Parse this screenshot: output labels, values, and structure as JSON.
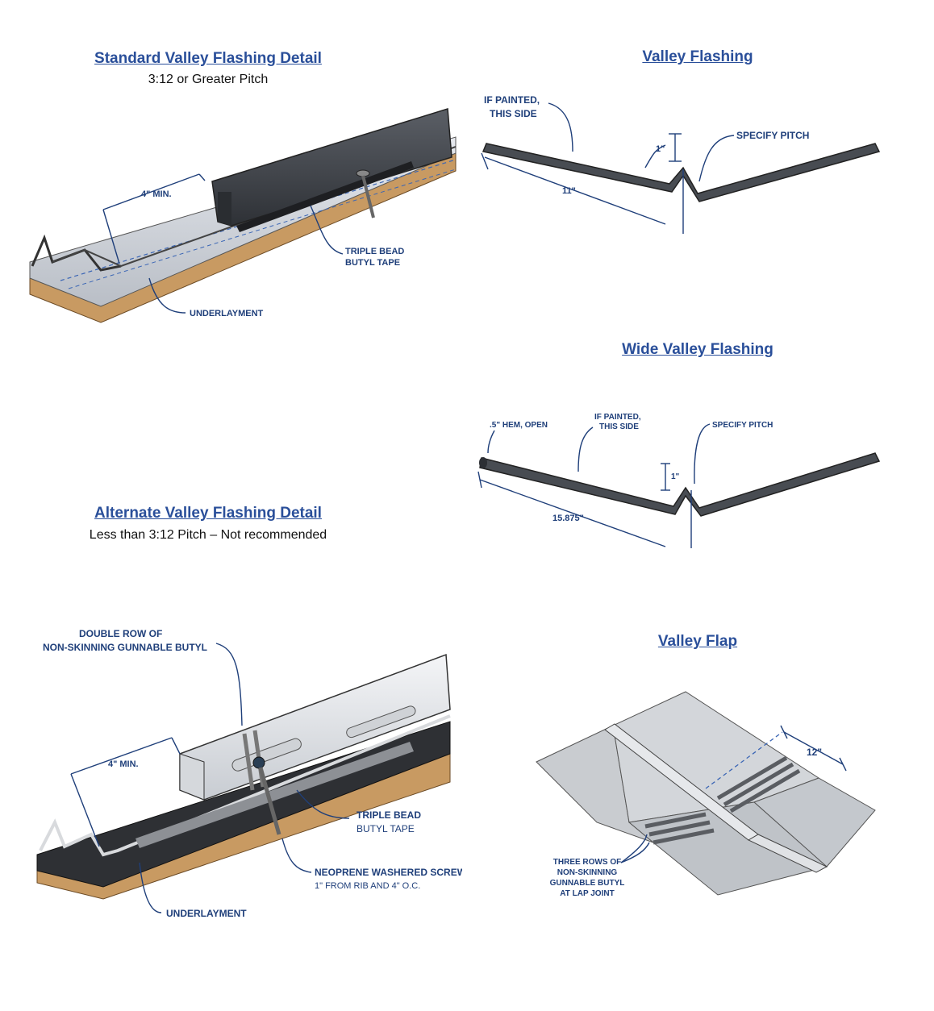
{
  "panels": {
    "standard": {
      "title": "Standard Valley Flashing Detail",
      "subtitle": "3:12 or Greater Pitch",
      "labels": {
        "min": "4\" MIN.",
        "tape_1": "TRIPLE BEAD",
        "tape_2": "BUTYL TAPE",
        "underlayment": "UNDERLAYMENT"
      }
    },
    "valley": {
      "title": "Valley Flashing",
      "labels": {
        "painted_1": "IF PAINTED,",
        "painted_2": "THIS SIDE",
        "pitch": "SPECIFY PITCH",
        "rib": "1\"",
        "width": "11\""
      }
    },
    "wide": {
      "title": "Wide Valley Flashing",
      "labels": {
        "hem": ".5\" HEM, OPEN",
        "painted_1": "IF PAINTED,",
        "painted_2": "THIS SIDE",
        "pitch": "SPECIFY PITCH",
        "rib": "1\"",
        "width": "15.875\""
      }
    },
    "alternate": {
      "title": "Alternate Valley Flashing Detail",
      "subtitle": "Less than 3:12 Pitch – Not recommended",
      "labels": {
        "butyl_1": "DOUBLE ROW OF",
        "butyl_2": "NON-SKINNING GUNNABLE BUTYL",
        "min": "4\" MIN.",
        "tape_1": "TRIPLE BEAD",
        "tape_2": "BUTYL TAPE",
        "screw_1": "NEOPRENE WASHERED SCREW",
        "screw_2": "1\" FROM RIB AND 4\" O.C.",
        "underlayment": "UNDERLAYMENT"
      }
    },
    "flap": {
      "title": "Valley Flap",
      "labels": {
        "dim": "12\"",
        "rows_1": "THREE ROWS OF",
        "rows_2": "NON-SKINNING",
        "rows_3": "GUNNABLE BUTYL",
        "rows_4": "AT LAP JOINT"
      }
    }
  },
  "colors": {
    "title": "#2a4f9a",
    "label": "#1f3f7a",
    "metal_dark": "#3c3f44",
    "metal_light": "#c9ccd0",
    "wood": "#c89a62"
  }
}
